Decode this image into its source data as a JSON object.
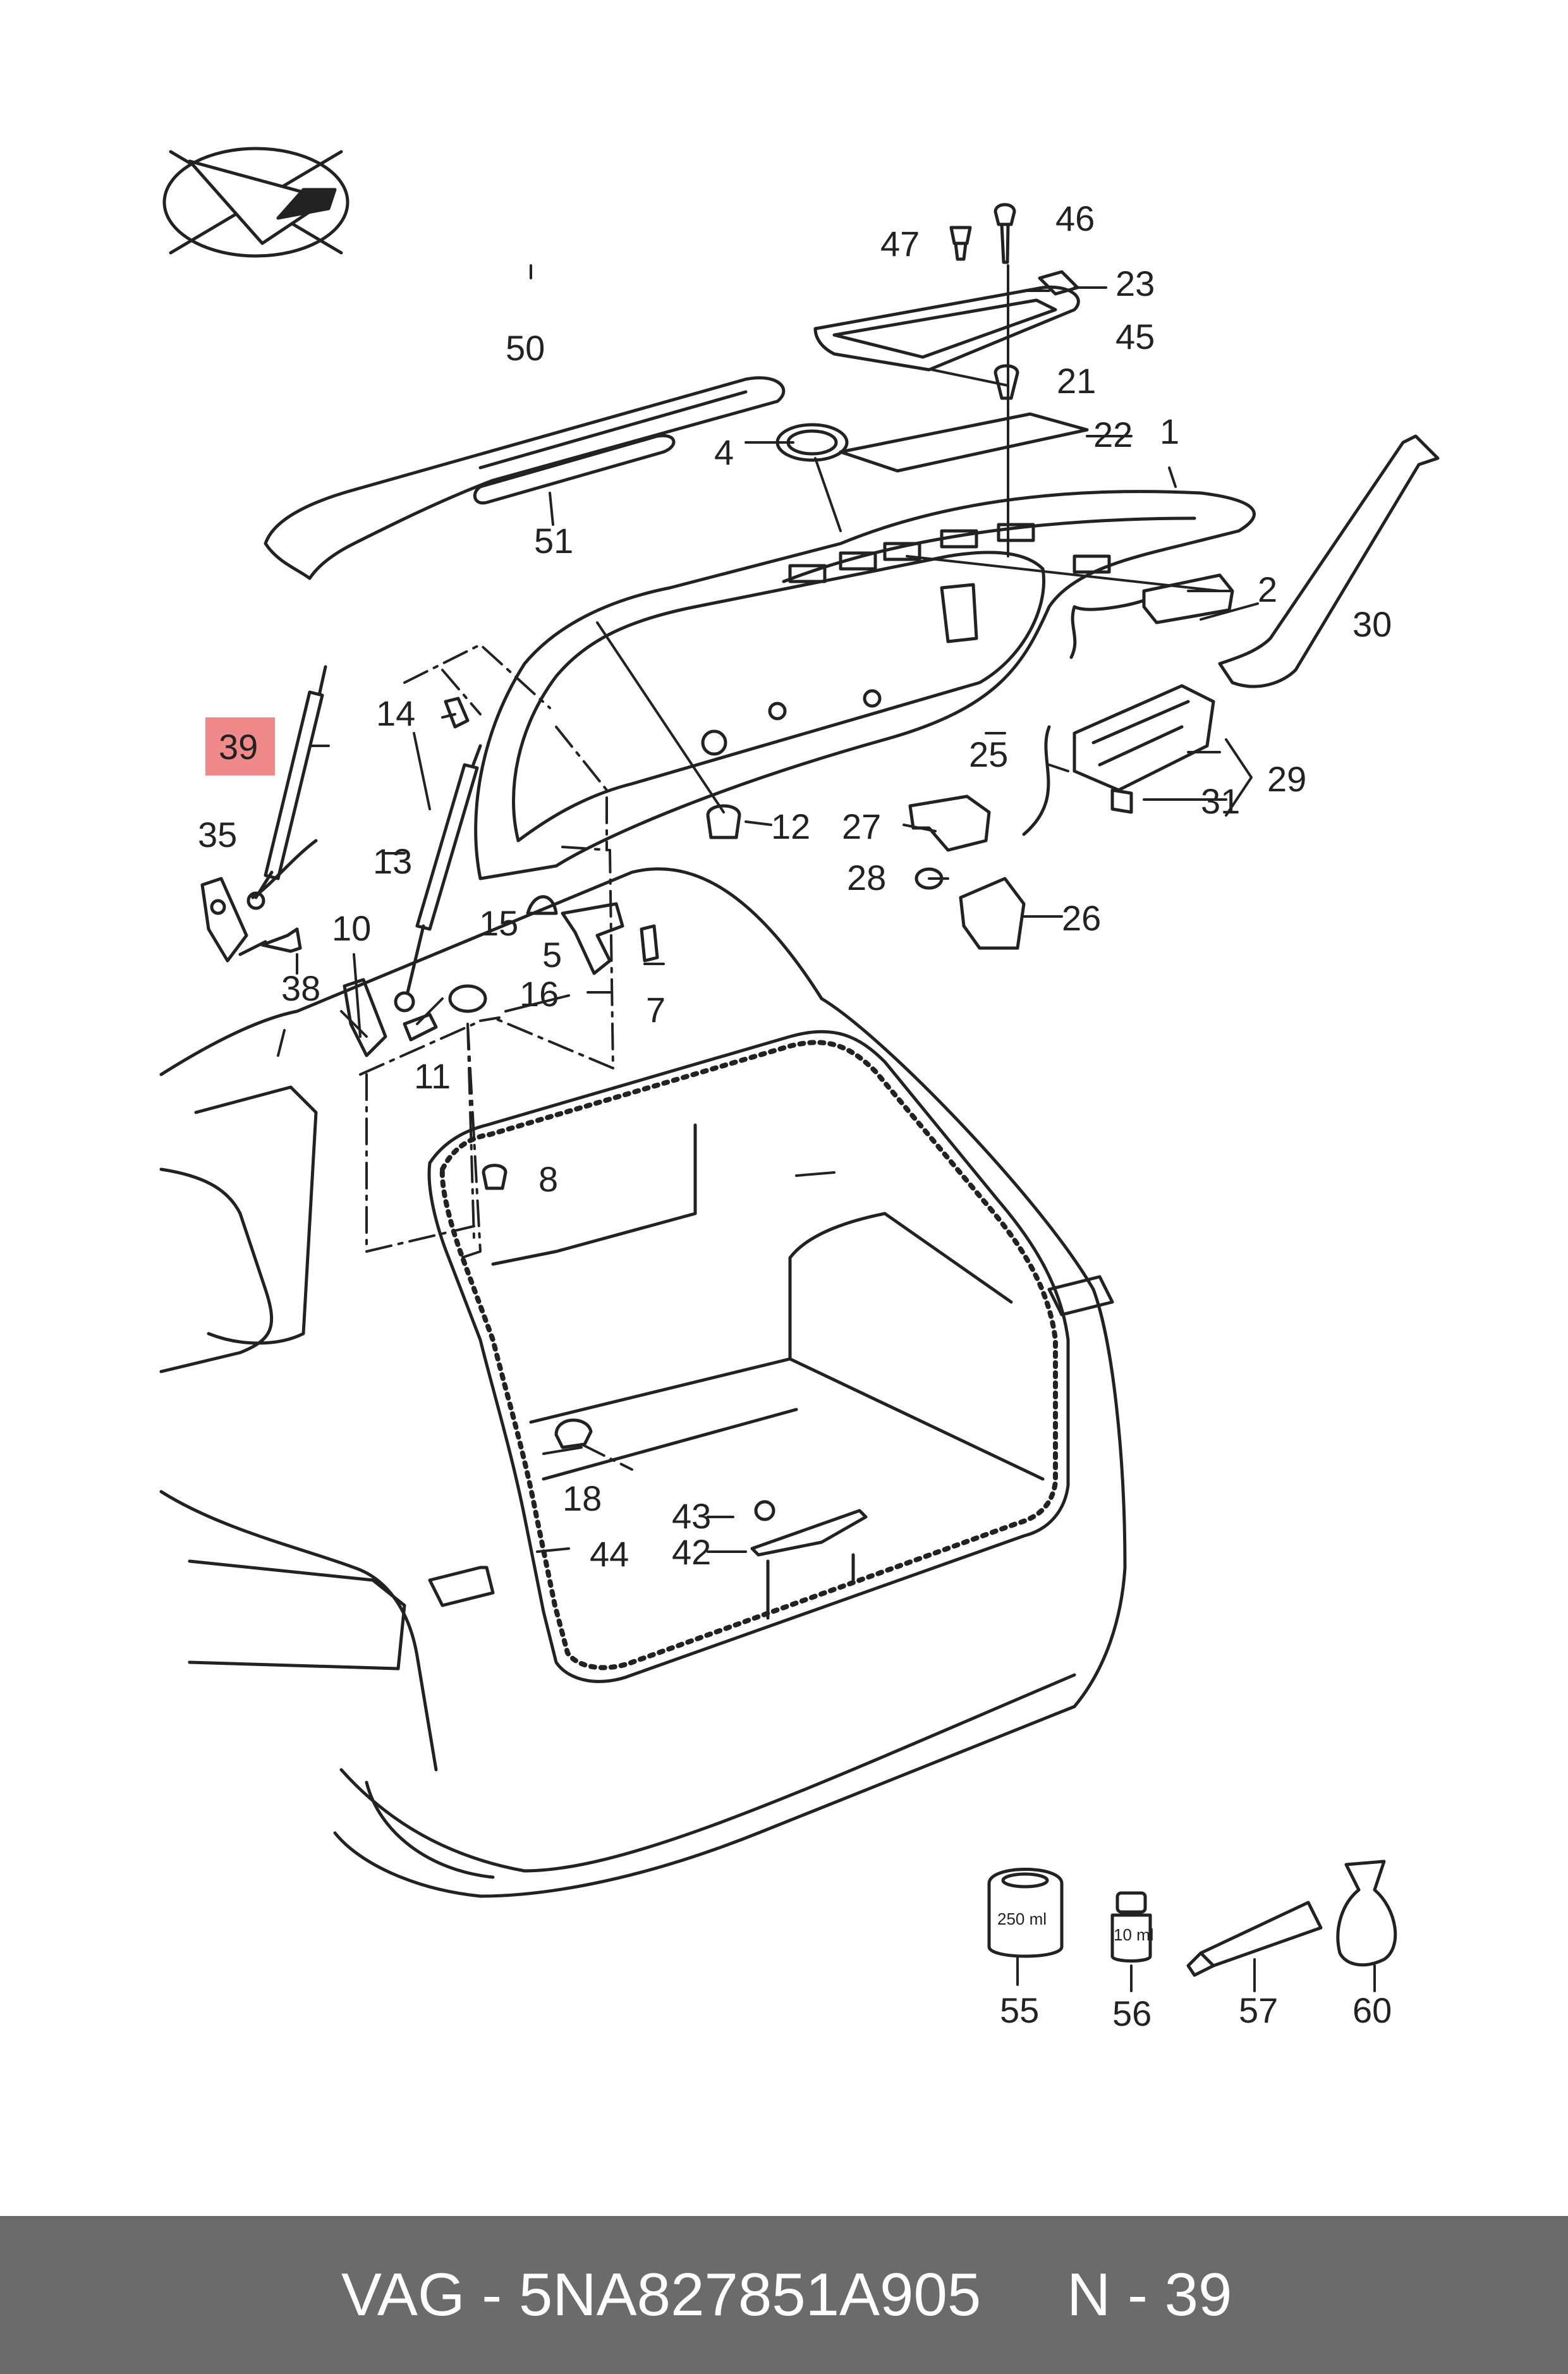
{
  "callouts": [
    {
      "id": "c1",
      "text": "1"
    },
    {
      "id": "c2",
      "text": "2"
    },
    {
      "id": "c4",
      "text": "4"
    },
    {
      "id": "c5",
      "text": "5"
    },
    {
      "id": "c7",
      "text": "7"
    },
    {
      "id": "c8",
      "text": "8"
    },
    {
      "id": "c10",
      "text": "10"
    },
    {
      "id": "c11",
      "text": "11"
    },
    {
      "id": "c12",
      "text": "12"
    },
    {
      "id": "c13",
      "text": "13"
    },
    {
      "id": "c14",
      "text": "14"
    },
    {
      "id": "c15",
      "text": "15"
    },
    {
      "id": "c16",
      "text": "16"
    },
    {
      "id": "c18",
      "text": "18"
    },
    {
      "id": "c21",
      "text": "21"
    },
    {
      "id": "c22",
      "text": "22"
    },
    {
      "id": "c23",
      "text": "23"
    },
    {
      "id": "c25",
      "text": "25"
    },
    {
      "id": "c26",
      "text": "26"
    },
    {
      "id": "c27",
      "text": "27"
    },
    {
      "id": "c28",
      "text": "28"
    },
    {
      "id": "c29",
      "text": "29"
    },
    {
      "id": "c30",
      "text": "30"
    },
    {
      "id": "c31",
      "text": "31"
    },
    {
      "id": "c35",
      "text": "35"
    },
    {
      "id": "c38",
      "text": "38"
    },
    {
      "id": "c39",
      "text": "39"
    },
    {
      "id": "c42",
      "text": "42"
    },
    {
      "id": "c43",
      "text": "43"
    },
    {
      "id": "c44",
      "text": "44"
    },
    {
      "id": "c45",
      "text": "45"
    },
    {
      "id": "c46",
      "text": "46"
    },
    {
      "id": "c47",
      "text": "47"
    },
    {
      "id": "c50",
      "text": "50"
    },
    {
      "id": "c51",
      "text": "51"
    },
    {
      "id": "c55",
      "text": "55"
    },
    {
      "id": "c56",
      "text": "56"
    },
    {
      "id": "c57",
      "text": "57"
    },
    {
      "id": "c60",
      "text": "60"
    }
  ],
  "containers": {
    "bottle_large": "250 ml",
    "bottle_small": "10 ml"
  },
  "footer": {
    "part_info": "VAG - 5NA827851A905",
    "ref": "N - 39"
  },
  "colors": {
    "highlight": "#f08a8a",
    "footer_bg": "#6b6b6b",
    "line": "#222222"
  }
}
